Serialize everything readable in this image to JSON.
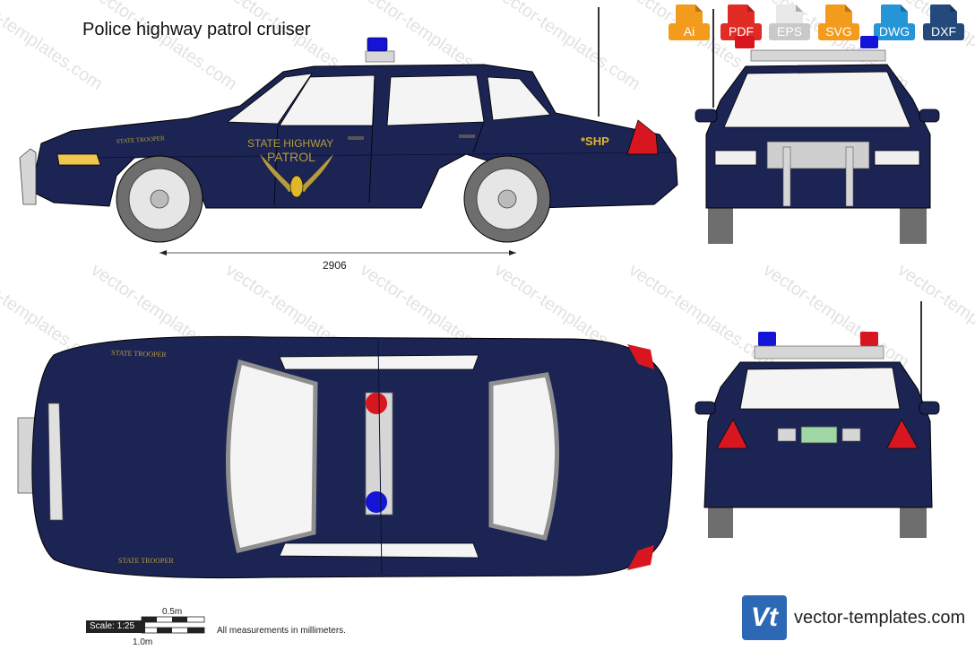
{
  "title": "Police highway patrol cruiser",
  "formats": [
    {
      "label": "Ai",
      "color": "#f29b1d"
    },
    {
      "label": "PDF",
      "color": "#e12b25"
    },
    {
      "label": "EPS",
      "color": "#d9d9d9"
    },
    {
      "label": "SVG",
      "color": "#f29b1d"
    },
    {
      "label": "DWG",
      "color": "#2595d6"
    },
    {
      "label": "DXF",
      "color": "#234a7a"
    }
  ],
  "dimension_label": "2906",
  "decals": {
    "door_line1": "STATE HIGHWAY",
    "door_line2": "PATROL",
    "rear_fender": "*SHP",
    "front_fender": "STATE TROOPER",
    "top_left": "STATE TROOPER",
    "top_right": "STATE TROOPER"
  },
  "scale": {
    "label": "Scale: 1:25",
    "half": "0.5m",
    "full": "1.0m",
    "note": "All measurements in millimeters."
  },
  "watermark": "vector-templates.com",
  "brand": {
    "logo": "Vt",
    "site": "vector-templates.com"
  },
  "colors": {
    "body": "#1b2452",
    "glass": "#f4f4f4",
    "gold": "#b79b3c",
    "tail": "#d8161f",
    "tire": "#6e6e6e",
    "chrome": "#d6d6d6"
  }
}
